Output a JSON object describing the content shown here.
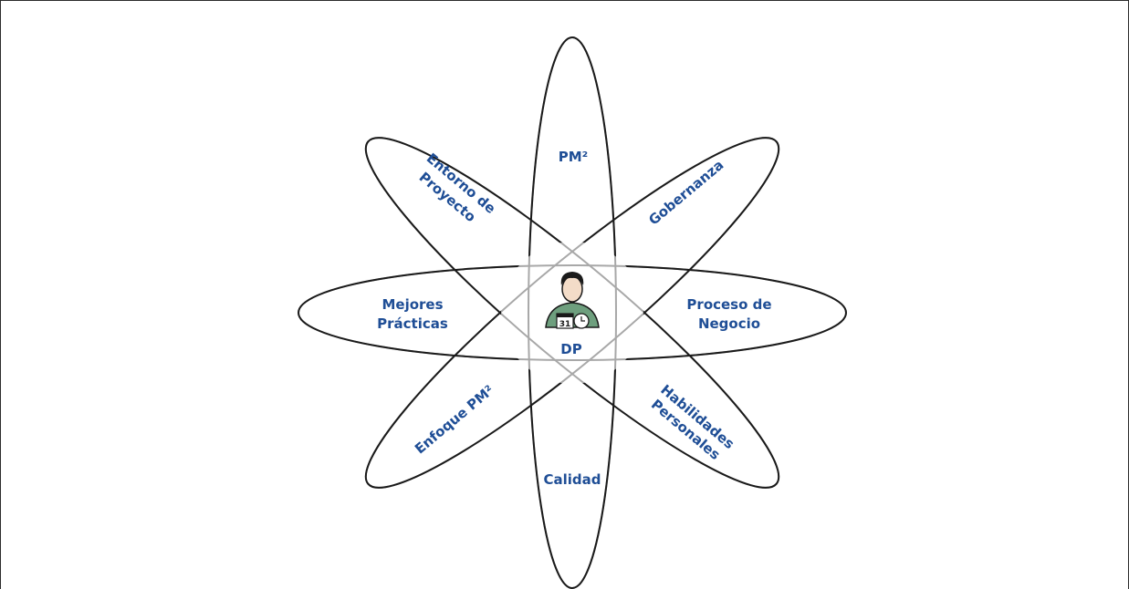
{
  "colors": {
    "label": "#1f4e96",
    "outline": "#1a1a1a",
    "inner_lines": "#a8a8a8",
    "frame": "#2b2b2b"
  },
  "center": {
    "icon": "project-manager-icon",
    "label": "DP",
    "calendar_day": "31"
  },
  "petals": {
    "top": "PM²",
    "bottom": "Calidad",
    "left_1": "Mejores",
    "left_2": "Prácticas",
    "right_1": "Proceso de",
    "right_2": "Negocio",
    "upper_right": "Gobernanza",
    "upper_left_1": "Entorno de",
    "upper_left_2": "Proyecto",
    "lower_left": "Enfoque PM²",
    "lower_right_1": "Habilidades",
    "lower_right_2": "Personales"
  }
}
